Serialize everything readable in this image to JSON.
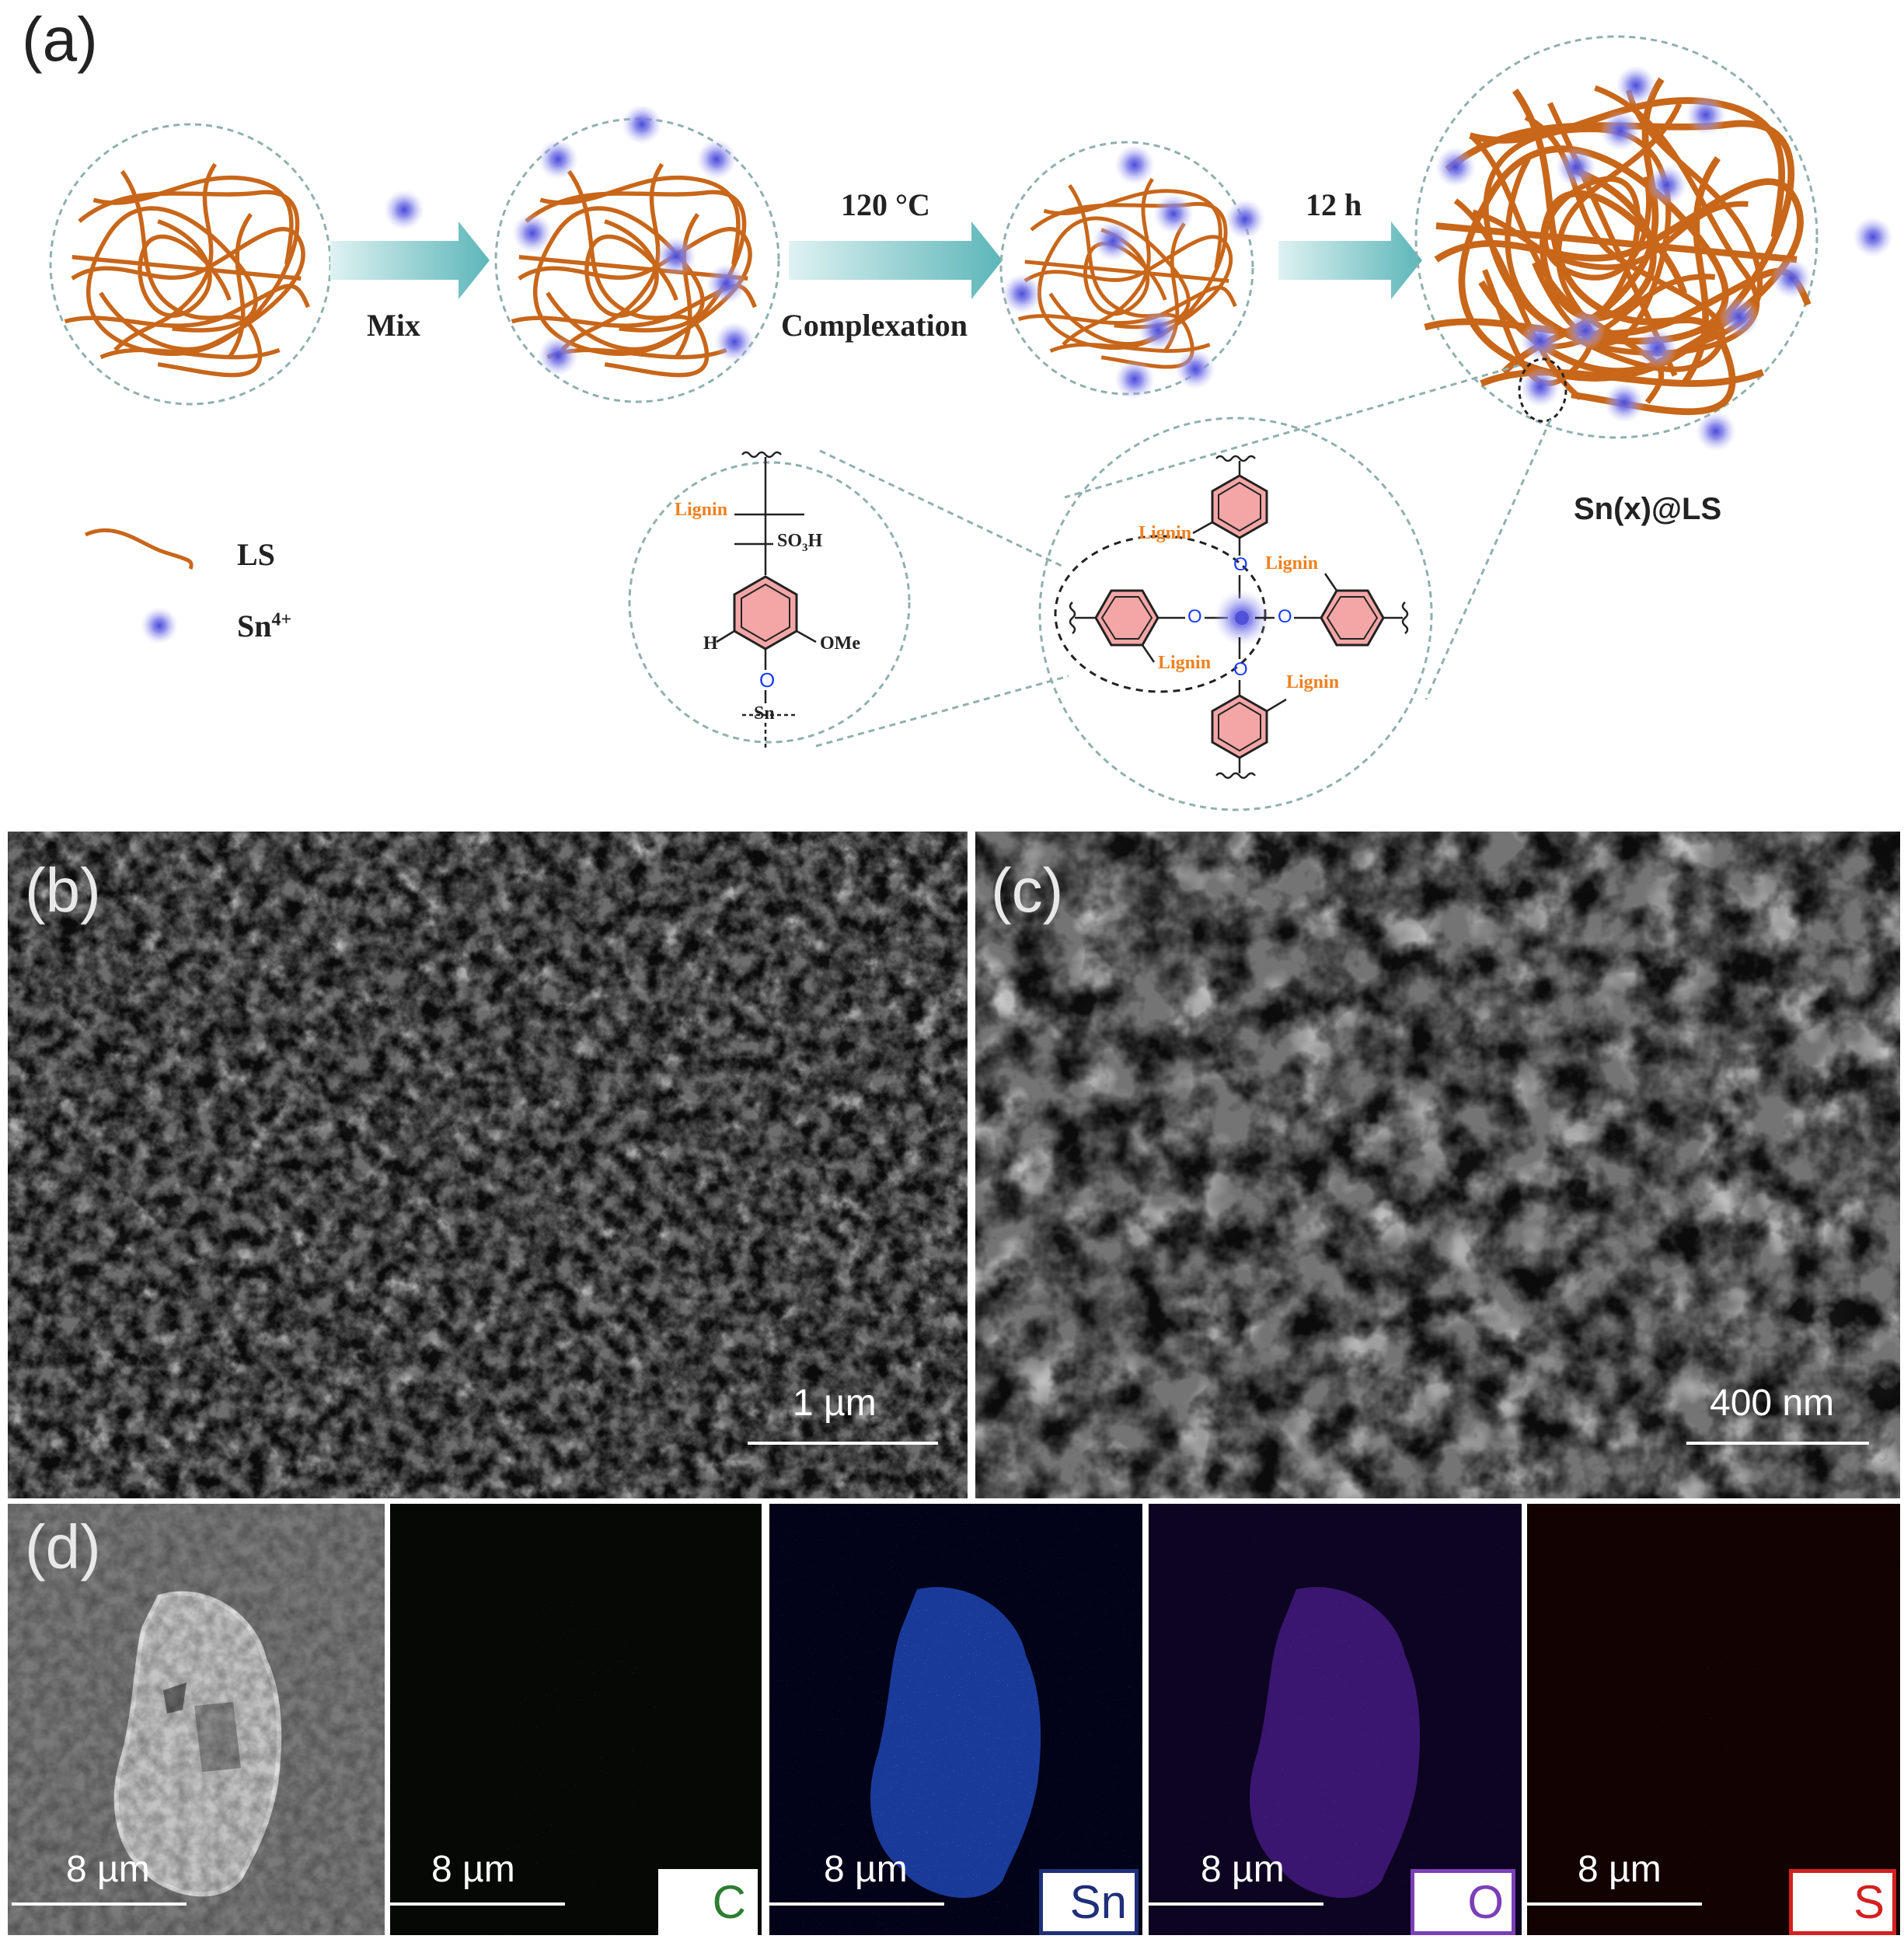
{
  "panels": {
    "a": "(a)",
    "b": "(b)",
    "c": "(c)",
    "d": "(d)"
  },
  "schematic": {
    "step1": "Mix",
    "step2_top": "120 °C",
    "step2_bottom": "Complexation",
    "step3": "12 h",
    "product": "Sn(x)@LS",
    "legend": {
      "ls": "LS",
      "sn": "Sn",
      "sn_sup": "4+"
    },
    "structure_left": {
      "lignin": "Lignin",
      "so3h": "SO",
      "so3h_sub": "3",
      "so3h_end": "H",
      "h": "H",
      "ome": "OMe",
      "o": "O",
      "sn": "Sn"
    },
    "structure_right": {
      "lignin": "Lignin",
      "o": "O"
    },
    "colors": {
      "fiber": "#c8661a",
      "ion": "#5b5bdc",
      "arrow": "#6ec2c4",
      "lignin_label": "#f08020",
      "ring_fill": "#f4a6a6",
      "oxygen": "#1a3cff"
    }
  },
  "sem": {
    "b_scale": "1 µm",
    "c_scale": "400 nm"
  },
  "eds": {
    "scale": "8 µm",
    "maps": [
      {
        "element": "C",
        "color": "#2e7d32"
      },
      {
        "element": "Sn",
        "color": "#1f2f7a"
      },
      {
        "element": "O",
        "color": "#7b3fb8"
      },
      {
        "element": "S",
        "color": "#d42020"
      }
    ]
  }
}
